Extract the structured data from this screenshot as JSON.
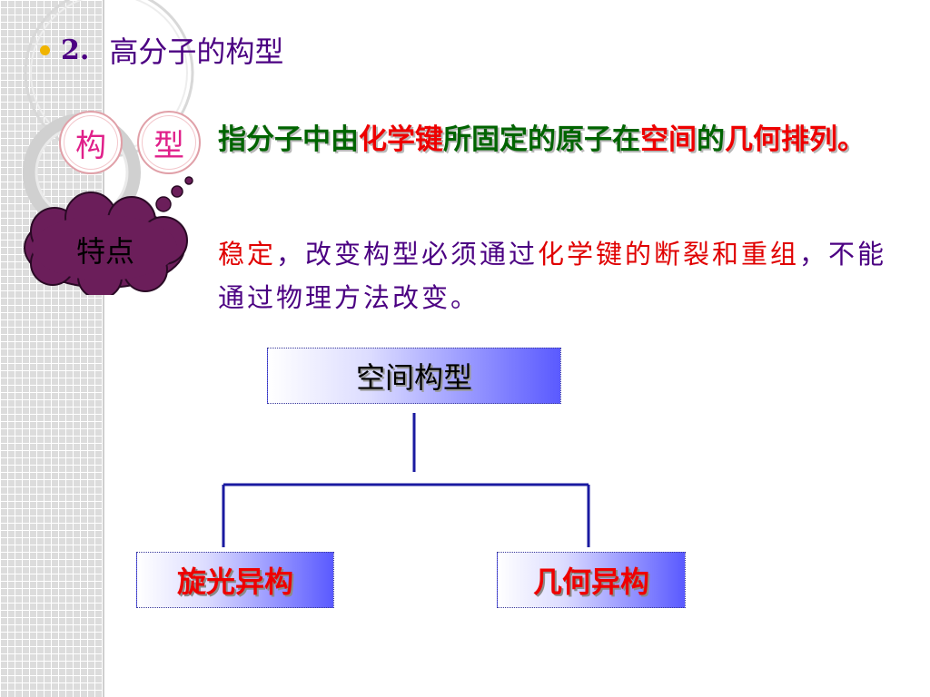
{
  "slide": {
    "title_number": "2.",
    "title_text": "高分子的构型",
    "side_chars": [
      "构",
      "型"
    ],
    "cloud_label": "特点",
    "definition": {
      "p1": "指分子中由",
      "h1": "化学键",
      "p2": "所固定的原子在",
      "h2": "空间",
      "p3": "的",
      "h3": "几何排列",
      "p4": "。"
    },
    "feature": {
      "h1": "稳定",
      "p1": "，改变构型必须通过",
      "h2": "化学键的断裂和重组",
      "p2": "，不能通过物理方法改变。"
    },
    "tree": {
      "root": "空间构型",
      "left": "旋光异构",
      "right": "几何异构"
    }
  },
  "colors": {
    "title": "#4b0082",
    "definition_text": "#006400",
    "highlight": "#ee0000",
    "bullet": "#f0b400",
    "cloud_fill": "#6b1e5a",
    "connector": "#1a1aa0"
  }
}
